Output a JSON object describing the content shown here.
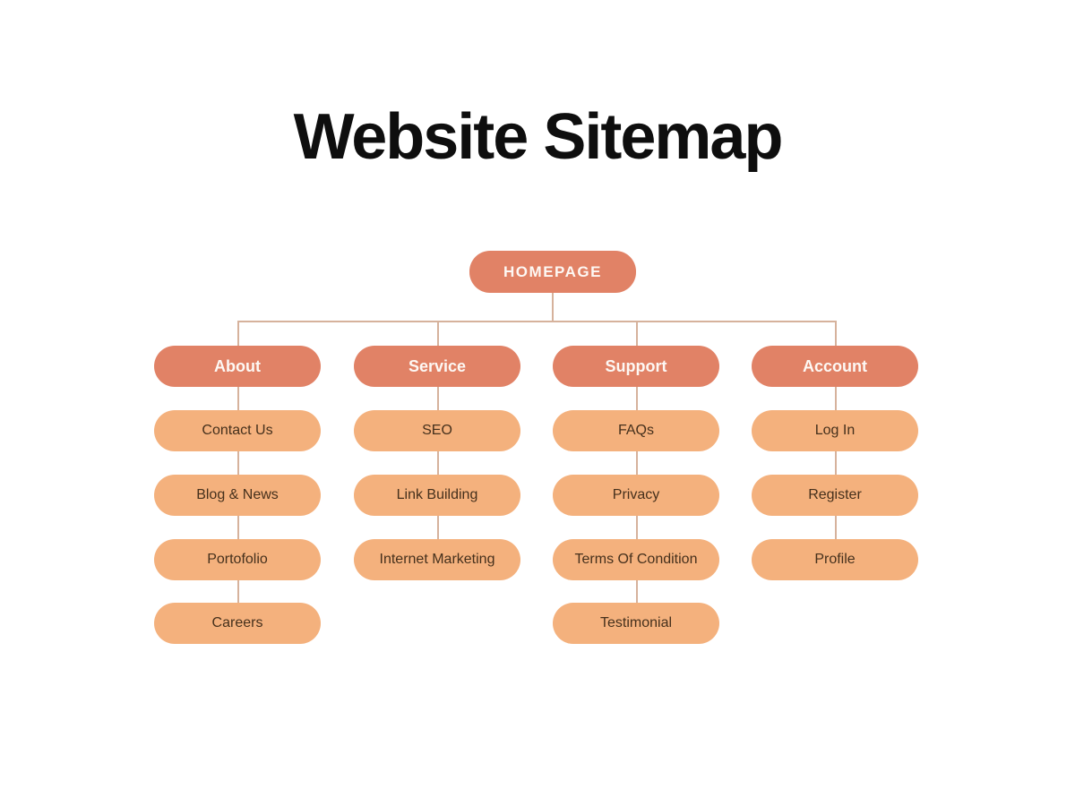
{
  "title": "Website Sitemap",
  "root": {
    "label": "HOMEPAGE"
  },
  "columns": [
    {
      "header": "About",
      "children": [
        "Contact Us",
        "Blog & News",
        "Portofolio",
        "Careers"
      ]
    },
    {
      "header": "Service",
      "children": [
        "SEO",
        "Link Building",
        "Internet Marketing"
      ]
    },
    {
      "header": "Support",
      "children": [
        "FAQs",
        "Privacy",
        "Terms Of Condition",
        "Testimonial"
      ]
    },
    {
      "header": "Account",
      "children": [
        "Log In",
        "Register",
        "Profile"
      ]
    }
  ],
  "colors": {
    "background": "#FFFFFF",
    "title_text": "#0E0E0E",
    "branch_fill": "#E18266",
    "branch_text": "#FDF8F4",
    "leaf_fill": "#F4B17D",
    "leaf_text": "#45301C",
    "connector": "#D6B29C"
  }
}
